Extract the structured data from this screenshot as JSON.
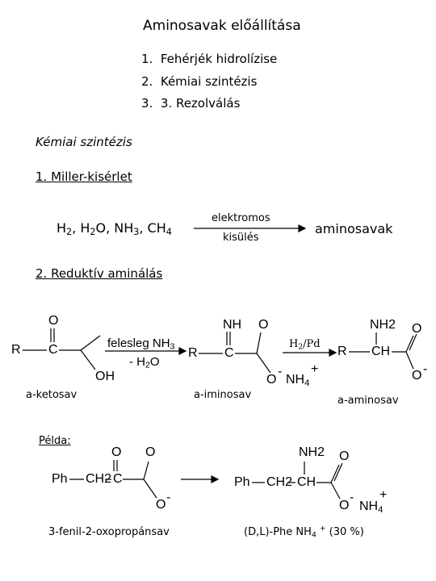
{
  "title": "Aminosavak előállítása",
  "list": [
    {
      "num": "1.",
      "text": "Fehérjék hidrolízise"
    },
    {
      "num": "2.",
      "text": "Kémiai szintézis"
    },
    {
      "num": "3.",
      "text": "3.  Rezolválás"
    }
  ],
  "section_title": "Kémiai szintézis",
  "miller": {
    "heading": "1. Miller-kisérlet",
    "reactants": {
      "h": "H",
      "h2": "2",
      "h2o_h": "H",
      "h2o_2": "2",
      "h2o_o": "O",
      "nh": "NH",
      "nh3": "3",
      "ch": "CH",
      "ch4": "4"
    },
    "arrow_top": "elektromos",
    "arrow_bottom": "kisülés",
    "product": "aminosavak"
  },
  "reductive": {
    "heading": "2. Reduktív aminálás",
    "keto": {
      "r": "R",
      "o_top": "O",
      "c": "C",
      "oh": "OH",
      "label": "a-ketosav"
    },
    "step1_top_text": "felesleg NH",
    "step1_top_sub": "3",
    "step1_bottom_text": "- H",
    "step1_bottom_sub": "2",
    "step1_bottom_o": "O",
    "imino": {
      "nh": "NH",
      "r": "R",
      "c": "C",
      "o_top": "O",
      "o_minus": "O",
      "minus": "-",
      "nh4": "NH",
      "nh4_sub": "4",
      "plus": "+",
      "label": "a-iminosav"
    },
    "step2_h": "H",
    "step2_sub": "2",
    "step2_pd": "/Pd",
    "amino": {
      "nh2": "NH2",
      "r": "R",
      "ch": "CH",
      "o_top": "O",
      "o_minus": "O",
      "minus": "-",
      "label": "a-aminosav"
    }
  },
  "example": {
    "heading": "Példa:",
    "left": {
      "ph": "Ph",
      "ch2": "CH2",
      "c": "C",
      "o_top": "O",
      "o_minus": "O",
      "minus": "-",
      "label": "3-fenil-2-oxopropánsav"
    },
    "right": {
      "nh2": "NH2",
      "ph": "Ph",
      "ch2": "CH2",
      "ch": "CH",
      "o_top": "O",
      "o_minus": "O",
      "minus": "-",
      "nh4": "NH",
      "nh4_sub": "4",
      "plus": "+"
    },
    "label_main": "(D,L)-Phe NH",
    "label_sub": "4",
    "label_sup": "+",
    "label_tail": "(30 %)"
  }
}
